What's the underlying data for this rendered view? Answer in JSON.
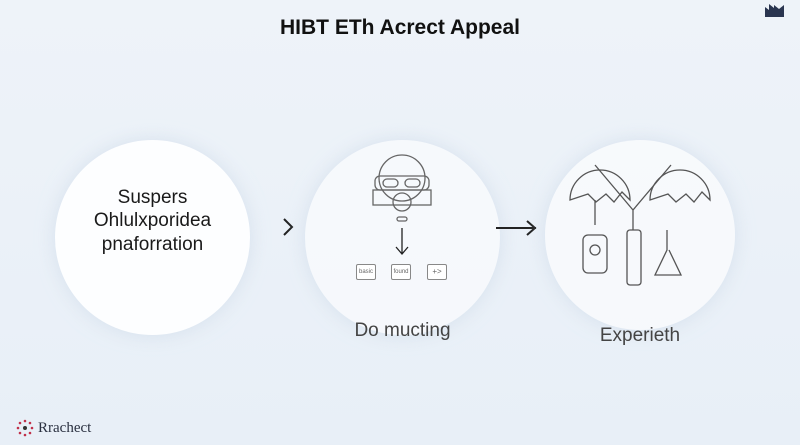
{
  "title": "HIBT ETh Acrect Appeal",
  "step1": {
    "lines": [
      "Suspers",
      "Ohlulxporidea",
      "pnaforration"
    ]
  },
  "step2": {
    "label": "Do mucting",
    "buttons": [
      "basic",
      "found",
      "+>"
    ]
  },
  "step3": {
    "label": "Experieth"
  },
  "footer": {
    "brand": "Rrachect"
  },
  "colors": {
    "background": "#eaf1f8",
    "accent": "#c0304a"
  }
}
